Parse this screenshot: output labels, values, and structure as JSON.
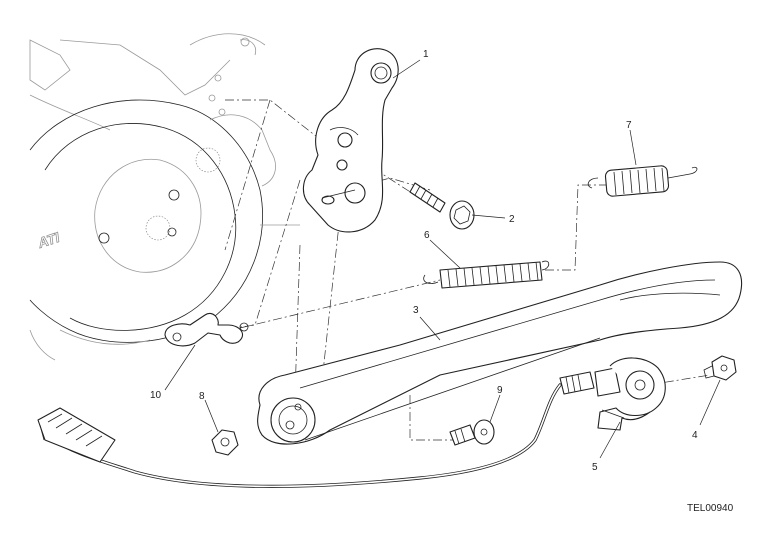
{
  "callouts": [
    {
      "id": "1",
      "text": "1"
    },
    {
      "id": "2",
      "text": "2"
    },
    {
      "id": "3",
      "text": "3"
    },
    {
      "id": "4",
      "text": "4"
    },
    {
      "id": "5",
      "text": "5"
    },
    {
      "id": "6",
      "text": "6"
    },
    {
      "id": "7",
      "text": "7"
    },
    {
      "id": "8",
      "text": "8"
    },
    {
      "id": "9",
      "text": "9"
    },
    {
      "id": "10",
      "text": "10"
    }
  ],
  "engine_logo_text": "ATI",
  "drawing_code": "TEL00940"
}
